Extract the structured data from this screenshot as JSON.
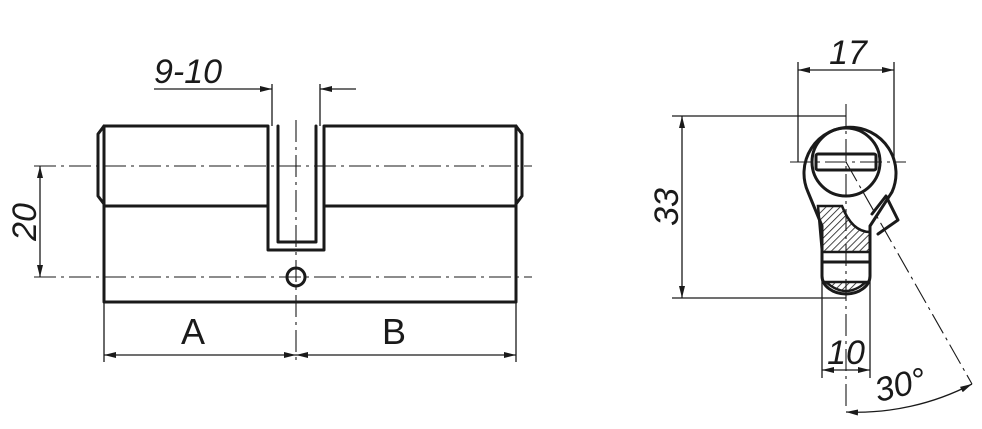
{
  "dimensions": {
    "key_slot_width": "9-10",
    "cylinder_height": "20",
    "side_a": "A",
    "side_b": "B",
    "profile_width": "17",
    "profile_height": "33",
    "cam_width": "10",
    "cam_angle": "30°"
  }
}
